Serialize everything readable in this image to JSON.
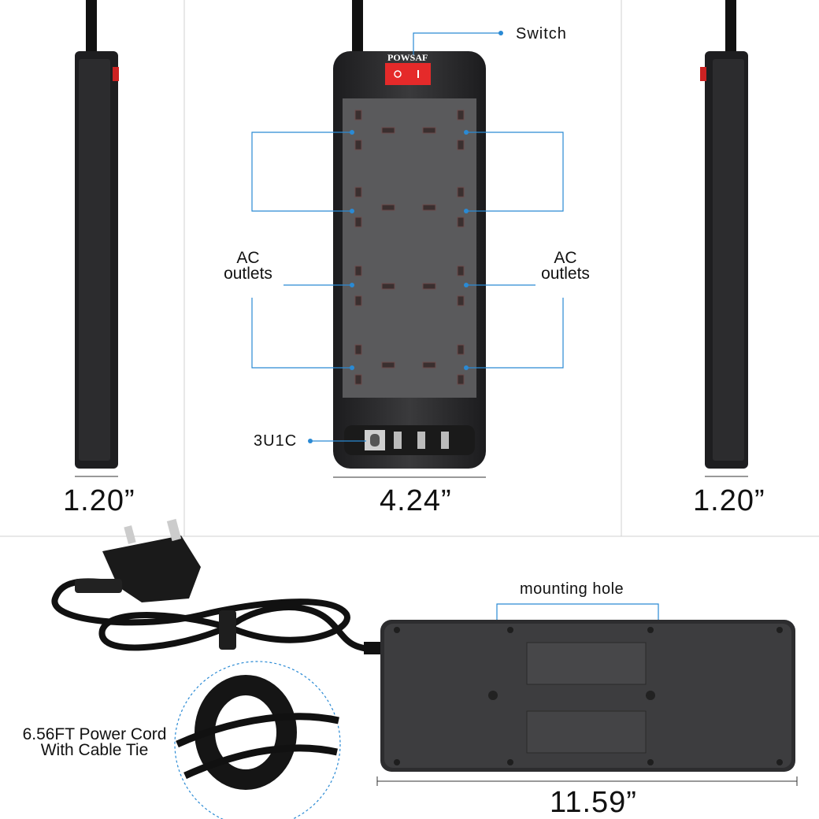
{
  "product": {
    "brand": "POWSAF"
  },
  "labels": {
    "switch": "Switch",
    "ac_outlets_left": [
      "AC",
      "outlets"
    ],
    "ac_outlets_right": [
      "AC",
      "outlets"
    ],
    "usb_ports": "3U1C",
    "mounting_hole": "mounting hole",
    "power_cord": [
      "6.56FT Power Cord",
      "With Cable Tie"
    ]
  },
  "dimensions": {
    "left_depth": "1.20”",
    "front_width": "4.24”",
    "right_depth": "1.20”",
    "length": "11.59”"
  },
  "colors": {
    "callout": "#2a8ad4",
    "body": "#2b2b2d",
    "faceplate": "#555557",
    "switch": "#e52a2a"
  }
}
